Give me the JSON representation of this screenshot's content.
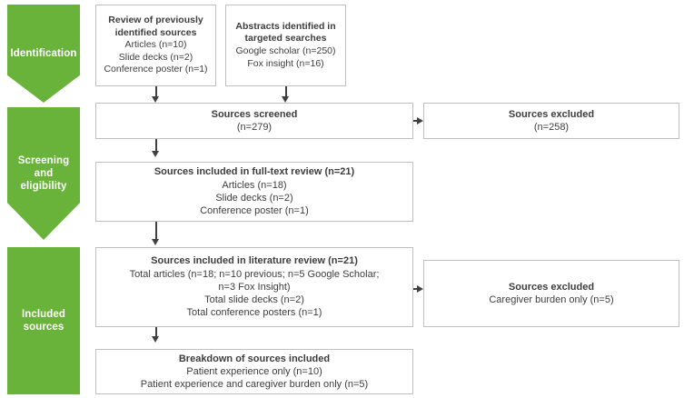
{
  "diagram": {
    "title": "PRISMA-style literature source selection flow diagram",
    "accent_green": "#69B33A",
    "box_border_color": "#BFBFBF",
    "connector_color": "#404040",
    "text_color": "#3D3D3D"
  },
  "stages": [
    {
      "id": "identification",
      "label": "Identification",
      "shape": "down-arrow-pentagon"
    },
    {
      "id": "screening-eligibility",
      "label": "Screening\nand\neligibility",
      "line1": "Screening",
      "line2": "and",
      "line3": "eligibility",
      "shape": "down-arrow-pentagon"
    },
    {
      "id": "included-sources",
      "label": "Included sources",
      "line1": "Included",
      "line2": "sources",
      "shape": "rectangle"
    }
  ],
  "boxes": {
    "previously_identified": {
      "name": "review-of-previously-identified-sources",
      "lines": [
        {
          "text": "Review of previously",
          "bold": true
        },
        {
          "text": "identified sources",
          "bold": true
        },
        {
          "text": "Articles (n=10)",
          "bold": false
        },
        {
          "text": "Slide decks (n=2)",
          "bold": false
        },
        {
          "text": "Conference poster (n=1)",
          "bold": false
        }
      ]
    },
    "abstracts_targeted": {
      "name": "abstracts-identified-in-targeted-searches",
      "lines": [
        {
          "text": "Abstracts identified in",
          "bold": true
        },
        {
          "text": "targeted searches",
          "bold": true
        },
        {
          "text": "Google scholar (n=250)",
          "bold": false
        },
        {
          "text": "Fox insight (n=16)",
          "bold": false
        }
      ]
    },
    "sources_screened": {
      "name": "sources-screened",
      "lines": [
        {
          "text": "Sources screened",
          "bold": true
        },
        {
          "text": "(n=279)",
          "bold": false
        }
      ]
    },
    "sources_excluded_screening": {
      "name": "sources-excluded-screening",
      "lines": [
        {
          "text": "Sources excluded",
          "bold": true
        },
        {
          "text": "(n=258)",
          "bold": false
        }
      ]
    },
    "full_text_review": {
      "name": "sources-included-in-full-text-review",
      "lines": [
        {
          "text": "Sources included in full-text review (n=21)",
          "bold": true
        },
        {
          "text": "Articles (n=18)",
          "bold": false
        },
        {
          "text": "Slide decks (n=2)",
          "bold": false
        },
        {
          "text": "Conference poster (n=1)",
          "bold": false
        }
      ]
    },
    "literature_review": {
      "name": "sources-included-in-literature-review",
      "lines": [
        {
          "text": "Sources included in literature review (n=21)",
          "bold": true
        },
        {
          "text": "Total articles (n=18; n=10 previous; n=5 Google Scholar;",
          "bold": false
        },
        {
          "text": "n=3 Fox Insight)",
          "bold": false
        },
        {
          "text": "Total slide decks (n=2)",
          "bold": false
        },
        {
          "text": "Total conference posters (n=1)",
          "bold": false
        }
      ]
    },
    "sources_excluded_included": {
      "name": "sources-excluded-caregiver-burden",
      "lines": [
        {
          "text": "Sources excluded",
          "bold": true
        },
        {
          "text": "Caregiver burden only (n=5)",
          "bold": false
        }
      ]
    },
    "breakdown": {
      "name": "breakdown-of-sources-included",
      "lines": [
        {
          "text": "Breakdown of sources included",
          "bold": true
        },
        {
          "text": "Patient experience only (n=10)",
          "bold": false
        },
        {
          "text": "Patient experience and caregiver burden only (n=5)",
          "bold": false
        }
      ]
    }
  },
  "connectors": [
    {
      "name": "arrow-previously-identified-to-screened",
      "direction": "down"
    },
    {
      "name": "arrow-abstracts-to-screened",
      "direction": "down"
    },
    {
      "name": "arrow-screened-to-excluded-258",
      "direction": "right"
    },
    {
      "name": "arrow-screened-to-full-text-review",
      "direction": "down"
    },
    {
      "name": "arrow-full-text-to-literature-review",
      "direction": "down"
    },
    {
      "name": "arrow-literature-review-to-excluded-caregiver",
      "direction": "right"
    },
    {
      "name": "arrow-literature-review-to-breakdown",
      "direction": "down"
    }
  ]
}
